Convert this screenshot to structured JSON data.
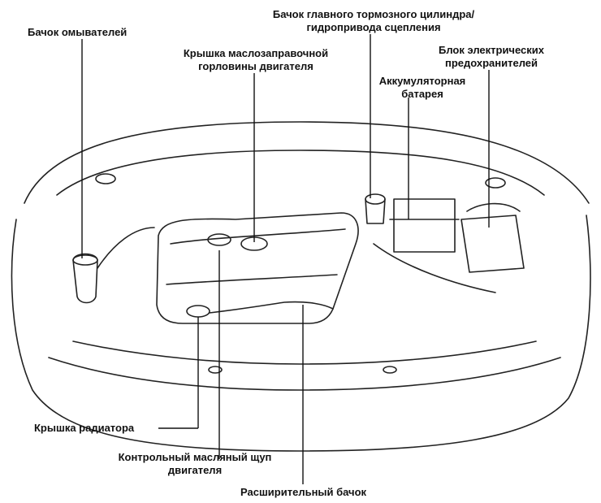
{
  "labels": {
    "washer_reservoir": "Бачок омывателей",
    "brake_reservoir_1": "Бачок главного тормозного цилиндра/",
    "brake_reservoir_2": "гидропривода сцепления",
    "oil_filler_cap_1": "Крышка маслозаправочной",
    "oil_filler_cap_2": "горловины двигателя",
    "fuse_box_1": "Блок электрических",
    "fuse_box_2": "предохранителей",
    "battery_1": "Аккумуляторная",
    "battery_2": "батарея",
    "radiator_cap": "Крышка радиатора",
    "dipstick_1": "Контрольный масляный щуп",
    "dipstick_2": "двигателя",
    "expansion_tank": "Расширительный бачок"
  }
}
